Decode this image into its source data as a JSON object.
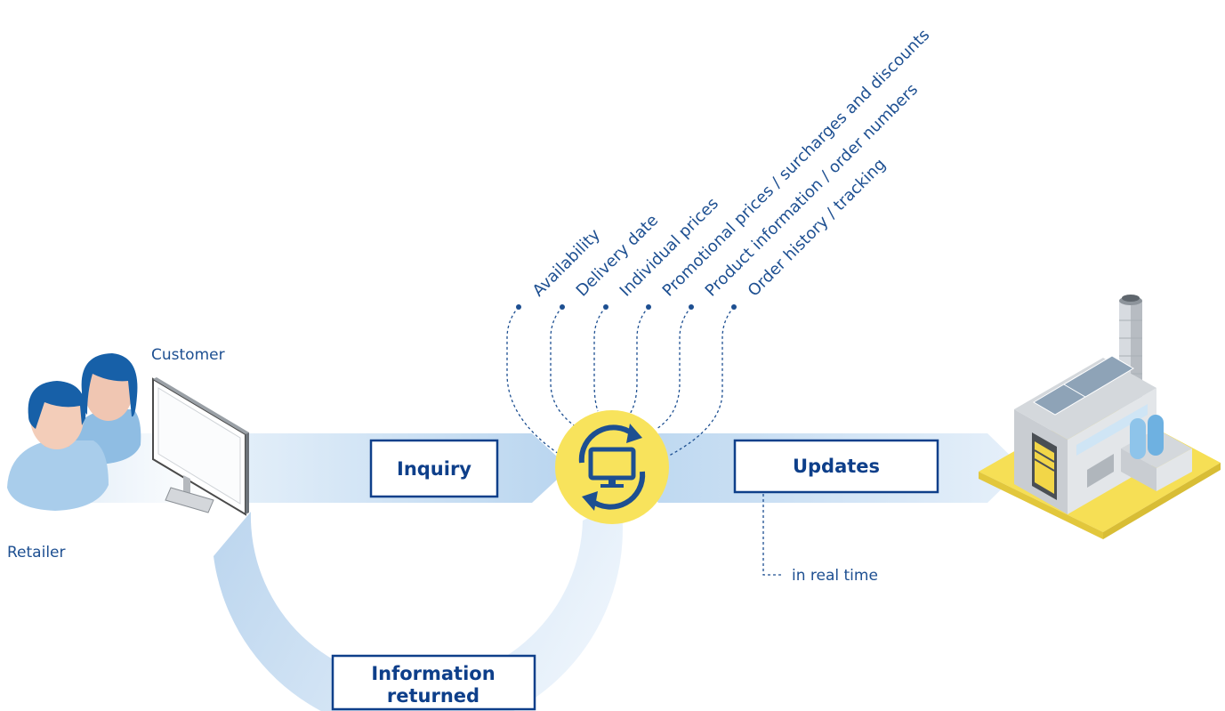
{
  "labels": {
    "customer": "Customer",
    "retailer": "Retailer",
    "inquiry": "Inquiry",
    "updates": "Updates",
    "information_returned_line1": "Information",
    "information_returned_line2": "returned",
    "in_real_time": "in real time"
  },
  "data_items": [
    "Availability",
    "Delivery date",
    "Individual prices",
    "Promotional prices / surcharges and discounts",
    "Product information / order numbers",
    "Order history / tracking"
  ],
  "icons": {
    "hub": "sync-monitor-icon",
    "people": "user-group-icon",
    "computer": "desktop-monitor-icon",
    "factory": "factory-icon"
  },
  "colors": {
    "navy": "#1d4f91",
    "band": "#c4dcf1",
    "hub_yellow": "#f8e35c",
    "pad_yellow": "#f6df55"
  }
}
